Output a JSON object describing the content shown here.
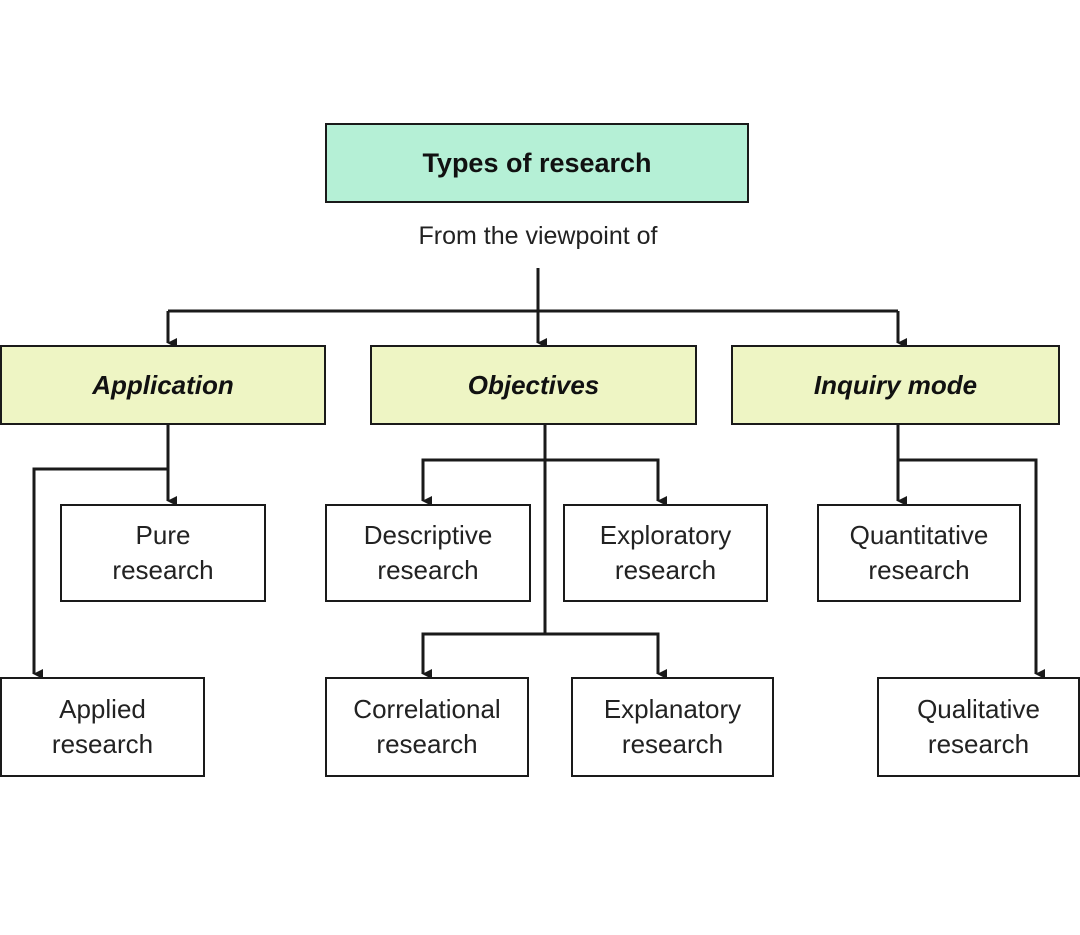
{
  "root": {
    "label": "Types of research"
  },
  "caption": "From the viewpoint of",
  "categories": [
    {
      "label": "Application"
    },
    {
      "label": "Objectives"
    },
    {
      "label": "Inquiry mode"
    }
  ],
  "leaves": {
    "pure": {
      "line1": "Pure",
      "line2": "research"
    },
    "applied": {
      "line1": "Applied",
      "line2": "research"
    },
    "descriptive": {
      "line1": "Descriptive",
      "line2": "research"
    },
    "exploratory": {
      "line1": "Exploratory",
      "line2": "research"
    },
    "correlational": {
      "line1": "Correlational",
      "line2": "research"
    },
    "explanatory": {
      "line1": "Explanatory",
      "line2": "research"
    },
    "quantitative": {
      "line1": "Quantitative",
      "line2": "research"
    },
    "qualitative": {
      "line1": "Qualitative",
      "line2": "research"
    }
  },
  "colors": {
    "root_fill": "#b5f0d6",
    "category_fill": "#eef5c4",
    "leaf_fill": "#ffffff",
    "line": "#1a1a1a"
  }
}
